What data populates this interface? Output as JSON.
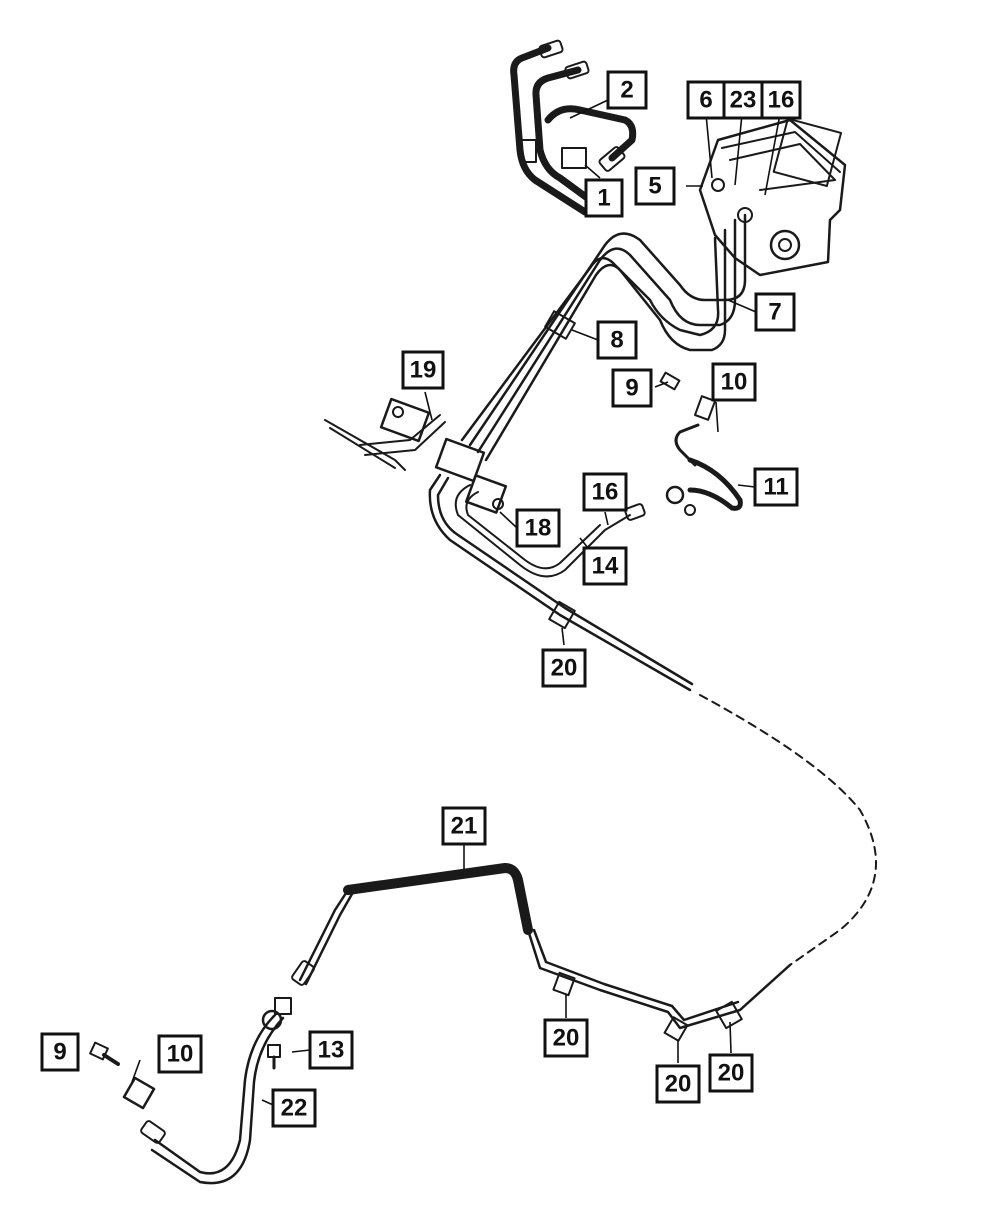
{
  "diagram": {
    "kind": "exploded-parts-diagram",
    "ink_color": "#111111",
    "background_color": "#ffffff",
    "callouts": [
      {
        "id": "c2",
        "label": "2"
      },
      {
        "id": "c6",
        "label": "6"
      },
      {
        "id": "c23",
        "label": "23"
      },
      {
        "id": "c16a",
        "label": "16"
      },
      {
        "id": "c5",
        "label": "5"
      },
      {
        "id": "c1",
        "label": "1"
      },
      {
        "id": "c7",
        "label": "7"
      },
      {
        "id": "c8",
        "label": "8"
      },
      {
        "id": "c19",
        "label": "19"
      },
      {
        "id": "c9a",
        "label": "9"
      },
      {
        "id": "c10a",
        "label": "10"
      },
      {
        "id": "c11",
        "label": "11"
      },
      {
        "id": "c16b",
        "label": "16"
      },
      {
        "id": "c18",
        "label": "18"
      },
      {
        "id": "c14",
        "label": "14"
      },
      {
        "id": "c20a",
        "label": "20"
      },
      {
        "id": "c21",
        "label": "21"
      },
      {
        "id": "c9b",
        "label": "9"
      },
      {
        "id": "c10b",
        "label": "10"
      },
      {
        "id": "c13",
        "label": "13"
      },
      {
        "id": "c22",
        "label": "22"
      },
      {
        "id": "c20b",
        "label": "20"
      },
      {
        "id": "c20c",
        "label": "20"
      },
      {
        "id": "c20d",
        "label": "20"
      }
    ],
    "components": [
      "front-brake-lines-icon",
      "abs-module-icon",
      "brake-tube-bundle-icon",
      "junction-block-icon",
      "wheel-speed-sensor-icon",
      "retaining-clip-icon",
      "rear-brake-line-icon",
      "brake-hose-icon",
      "bolt-icon"
    ]
  }
}
